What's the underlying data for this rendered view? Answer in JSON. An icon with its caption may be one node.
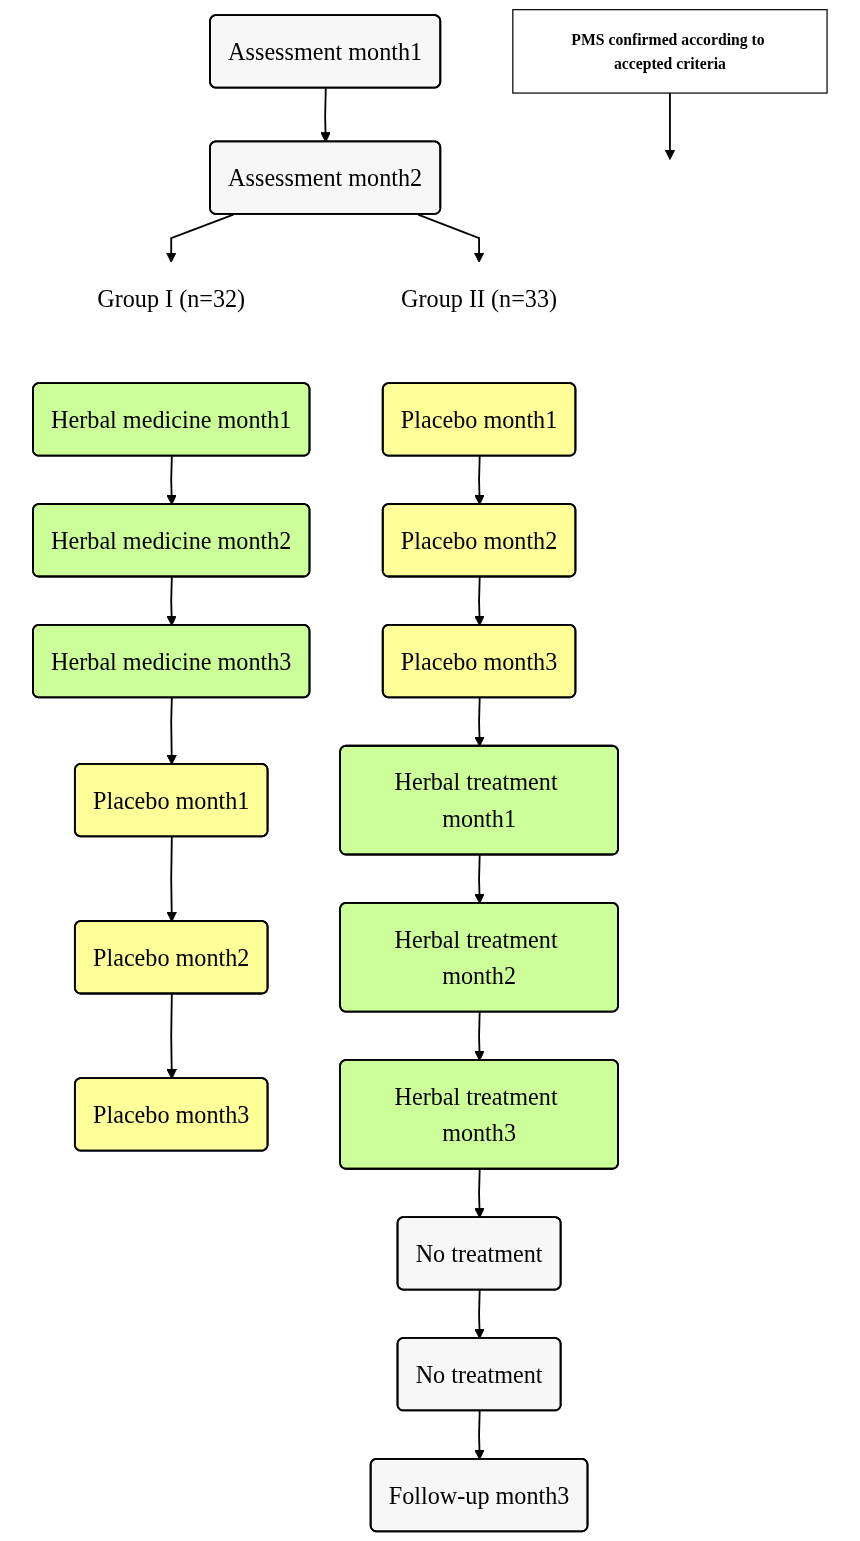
{
  "diagram": {
    "nodes": [
      {
        "text": [
          "Assessment month1"
        ]
      },
      {
        "text": [
          "Assessment month2"
        ]
      },
      {
        "text": [
          "PMS confirmed according to accepted criteria"
        ]
      },
      {
        "text": [
          "Group I (n=32)"
        ]
      },
      {
        "text": [
          "Group II (n=33)"
        ]
      },
      {
        "text": [
          "Herbal medicine month1"
        ]
      },
      {
        "text": [
          "Herbal medicine month2"
        ]
      },
      {
        "text": [
          "Herbal medicine month3"
        ]
      },
      {
        "text": [
          "Placebo month1"
        ]
      },
      {
        "text": [
          "Placebo month2"
        ]
      },
      {
        "text": [
          "Placebo month3"
        ]
      },
      {
        "text": [
          "Placebo month1"
        ]
      },
      {
        "text": [
          "Placebo month2"
        ]
      },
      {
        "text": [
          "Placebo month3"
        ]
      },
      {
        "text": [
          "Herbal treatment month1"
        ]
      },
      {
        "text": [
          "Herbal treatment month2"
        ]
      },
      {
        "text": [
          "Herbal treatment month3"
        ]
      },
      {
        "text": [
          "No treatment"
        ]
      },
      {
        "text": [
          "No treatment"
        ]
      },
      {
        "text": [
          "Follow-up month3"
        ]
      }
    ],
    "edges": [
      {
        "from": 0,
        "to": 1,
        "arrow": "to"
      },
      {
        "from": 1,
        "to": 3,
        "arrow": "to"
      },
      {
        "from": 1,
        "to": 4,
        "arrow": "to"
      },
      {
        "from": 2,
        "to": null,
        "arrow": "to"
      },
      {
        "from": 5,
        "to": 6,
        "arrow": "to"
      },
      {
        "from": 6,
        "to": 7,
        "arrow": "to"
      },
      {
        "from": 7,
        "to": 8,
        "arrow": "to"
      },
      {
        "from": 8,
        "to": 9,
        "arrow": "to"
      },
      {
        "from": 9,
        "to": 10,
        "arrow": "to"
      },
      {
        "from": 11,
        "to": 12,
        "arrow": "to"
      },
      {
        "from": 12,
        "to": 13,
        "arrow": "to"
      },
      {
        "from": 13,
        "to": 14,
        "arrow": "to"
      },
      {
        "from": 14,
        "to": 15,
        "arrow": "to"
      },
      {
        "from": 15,
        "to": 16,
        "arrow": "to"
      },
      {
        "from": 16,
        "to": 17,
        "arrow": "to"
      },
      {
        "from": 17,
        "to": 18,
        "arrow": "to"
      },
      {
        "from": 18,
        "to": 19,
        "arrow": "to"
      }
    ]
  }
}
